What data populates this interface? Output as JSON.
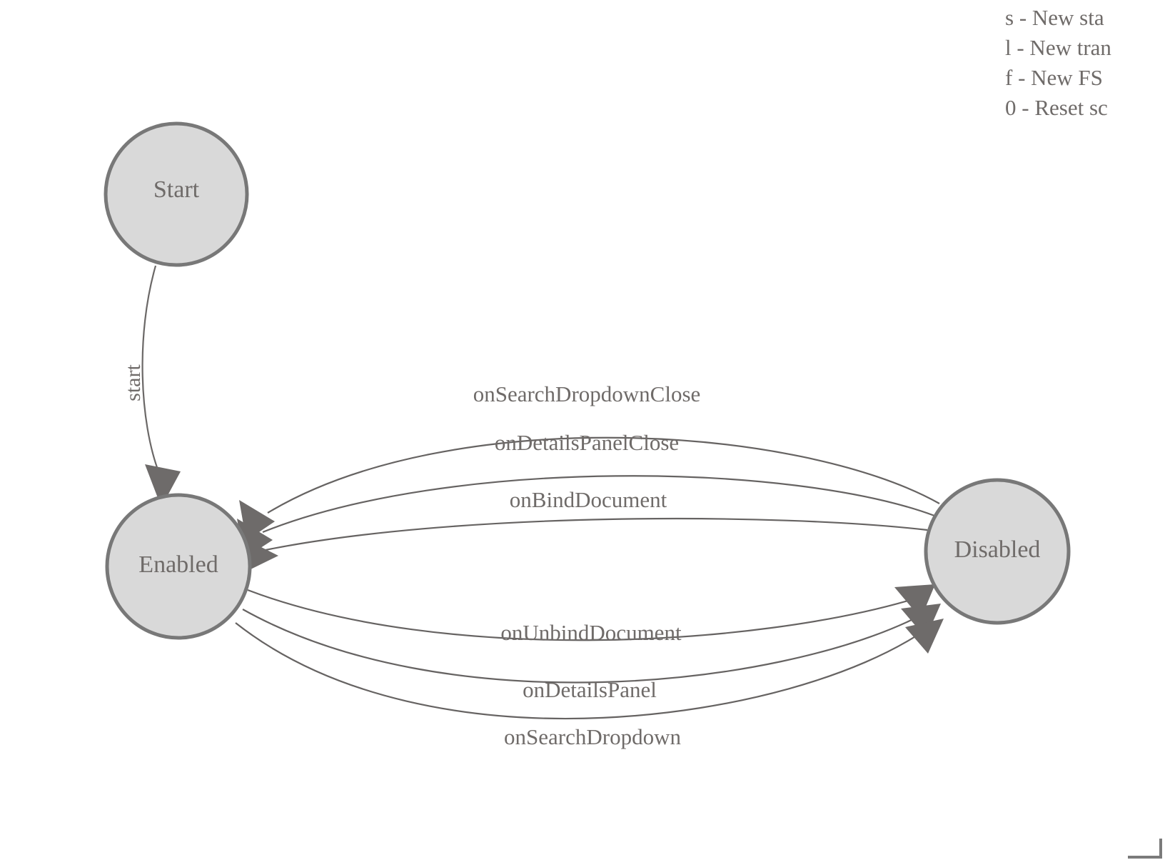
{
  "app": {
    "title": "FSM State Diagram Editor",
    "background_color": "#ffffff",
    "node_fill": "#d9d9d9",
    "node_stroke": "#787878",
    "text_color": "#6f6b69",
    "edge_color": "#666362"
  },
  "help": {
    "lines": [
      "s - New sta",
      "l - New tran",
      "f - New FS",
      "0 - Reset sc"
    ]
  },
  "nodes": [
    {
      "id": "start",
      "label": "Start"
    },
    {
      "id": "enabled",
      "label": "Enabled"
    },
    {
      "id": "disabled",
      "label": "Disabled"
    }
  ],
  "edges": [
    {
      "id": "e0",
      "from": "Start",
      "to": "Enabled",
      "label": "start"
    },
    {
      "id": "e1",
      "from": "Disabled",
      "to": "Enabled",
      "label": "onSearchDropdownClose"
    },
    {
      "id": "e2",
      "from": "Disabled",
      "to": "Enabled",
      "label": "onDetailsPanelClose"
    },
    {
      "id": "e3",
      "from": "Disabled",
      "to": "Enabled",
      "label": "onBindDocument"
    },
    {
      "id": "e4",
      "from": "Enabled",
      "to": "Disabled",
      "label": "onUnbindDocument"
    },
    {
      "id": "e5",
      "from": "Enabled",
      "to": "Disabled",
      "label": "onDetailsPanel"
    },
    {
      "id": "e6",
      "from": "Enabled",
      "to": "Disabled",
      "label": "onSearchDropdown"
    }
  ]
}
